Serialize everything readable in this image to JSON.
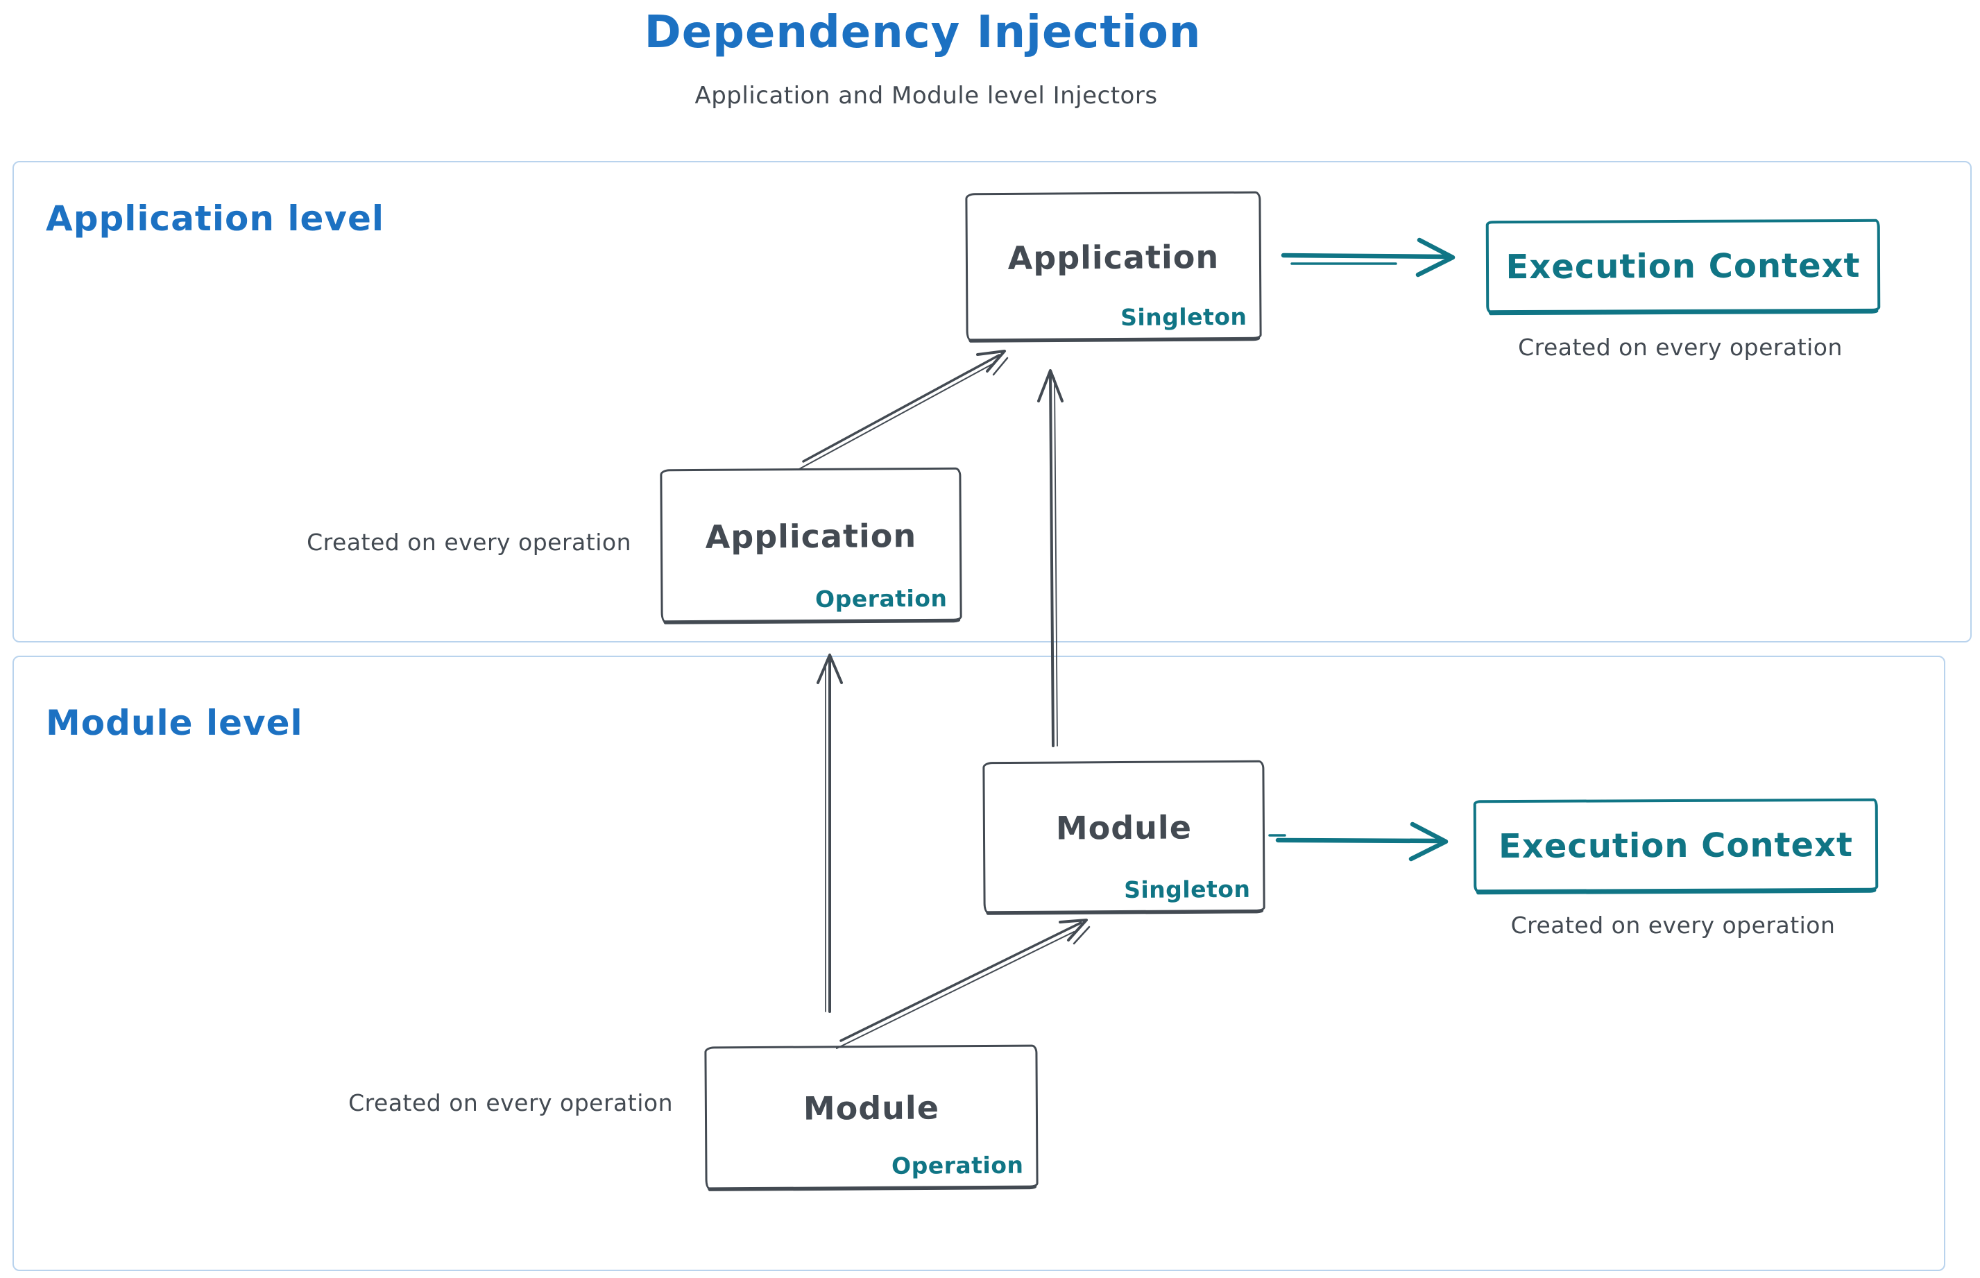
{
  "header": {
    "title": "Dependency Injection",
    "subtitle": "Application and Module level Injectors"
  },
  "colors": {
    "title_blue": "#1c71c2",
    "ink_dark": "#434a52",
    "teal": "#107585",
    "container_border": "#b9d3ed"
  },
  "application_level": {
    "label": "Application level",
    "singleton_box": {
      "title": "Application",
      "scope": "Singleton"
    },
    "operation_box": {
      "title": "Application",
      "scope": "Operation"
    },
    "operation_caption": "Created on every operation",
    "execution_context": {
      "label": "Execution Context",
      "caption": "Created on every operation"
    }
  },
  "module_level": {
    "label": "Module level",
    "singleton_box": {
      "title": "Module",
      "scope": "Singleton"
    },
    "operation_box": {
      "title": "Module",
      "scope": "Operation"
    },
    "operation_caption": "Created on every operation",
    "execution_context": {
      "label": "Execution Context",
      "caption": "Created on every operation"
    }
  }
}
